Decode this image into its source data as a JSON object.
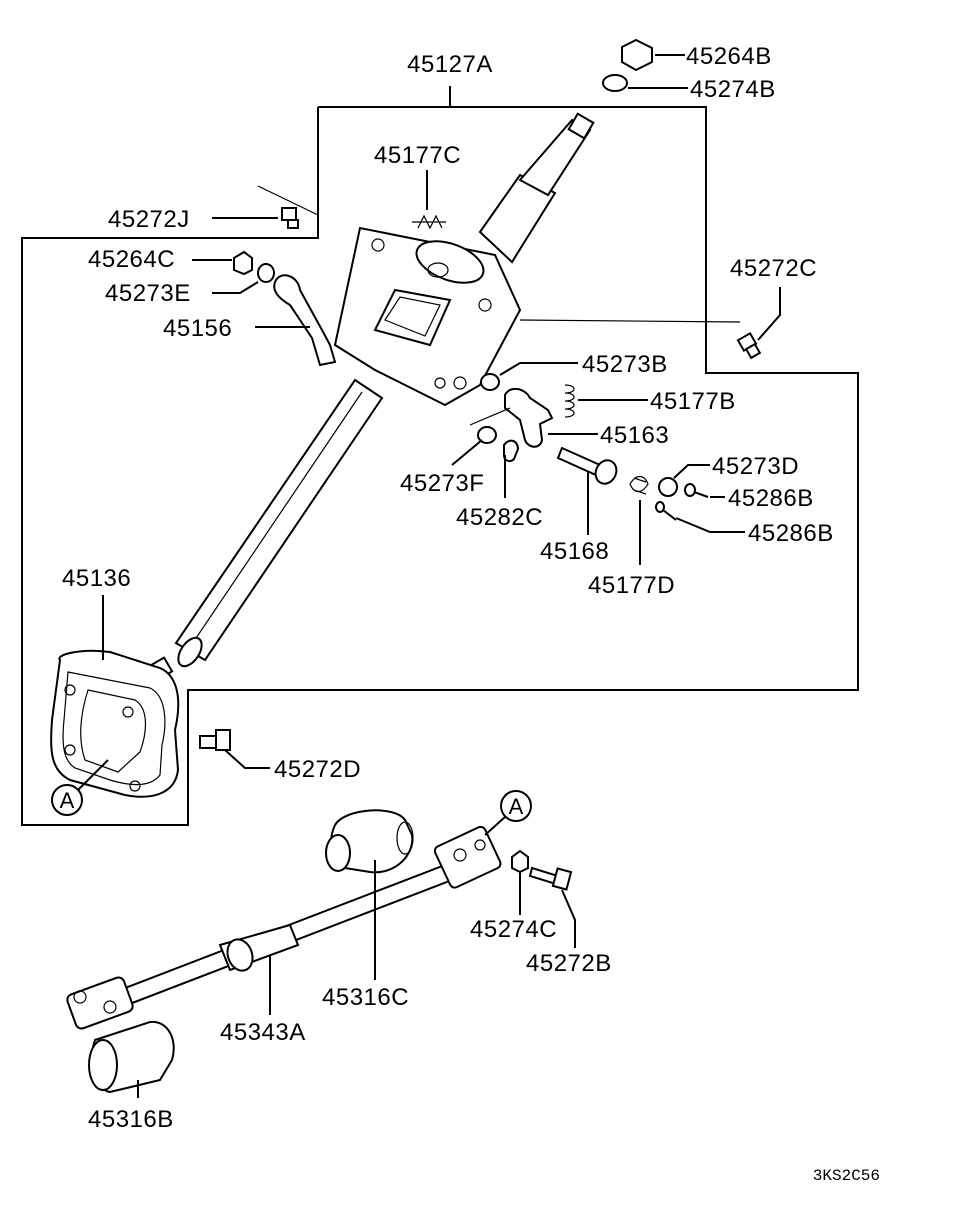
{
  "diagram": {
    "drawing_code": "3KS2C56",
    "callouts": {
      "a1": "A",
      "a2": "A"
    },
    "labels": {
      "p45127A": "45127A",
      "p45264B": "45264B",
      "p45274B": "45274B",
      "p45177C": "45177C",
      "p45272J": "45272J",
      "p45264C": "45264C",
      "p45273E": "45273E",
      "p45156": "45156",
      "p45272C": "45272C",
      "p45273B": "45273B",
      "p45177B": "45177B",
      "p45163": "45163",
      "p45273D": "45273D",
      "p45286B_1": "45286B",
      "p45286B_2": "45286B",
      "p45273F": "45273F",
      "p45282C": "45282C",
      "p45168": "45168",
      "p45177D": "45177D",
      "p45136": "45136",
      "p45272D": "45272D",
      "p45274C": "45274C",
      "p45272B": "45272B",
      "p45316C": "45316C",
      "p45343A": "45343A",
      "p45316B": "45316B"
    }
  }
}
